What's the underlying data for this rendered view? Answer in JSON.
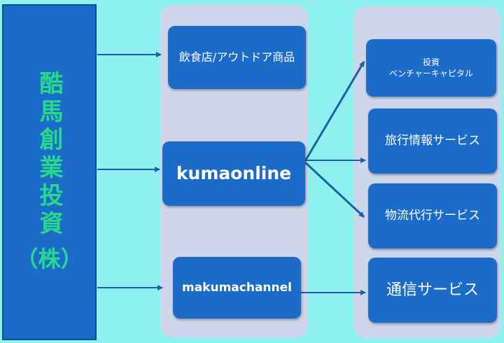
{
  "root": {
    "title": "酷馬創業投資",
    "suffix": "（株）"
  },
  "nodes": {
    "food": "飲食店/アウトドア商品",
    "kumaonline": "kumaonline",
    "makumachannel": "makumachannel",
    "investment_line1": "投資",
    "investment_line2": "ベンチャーキャピタル",
    "travel": "旅行情報サービス",
    "logistics": "物流代行サービス",
    "communication": "通信サービス"
  },
  "colors": {
    "background": "#8ff0f0",
    "node": "#1a6cc8",
    "panel": "#cdd6ea",
    "root_text": "#27d98a",
    "arrow": "#1a5fa8"
  }
}
